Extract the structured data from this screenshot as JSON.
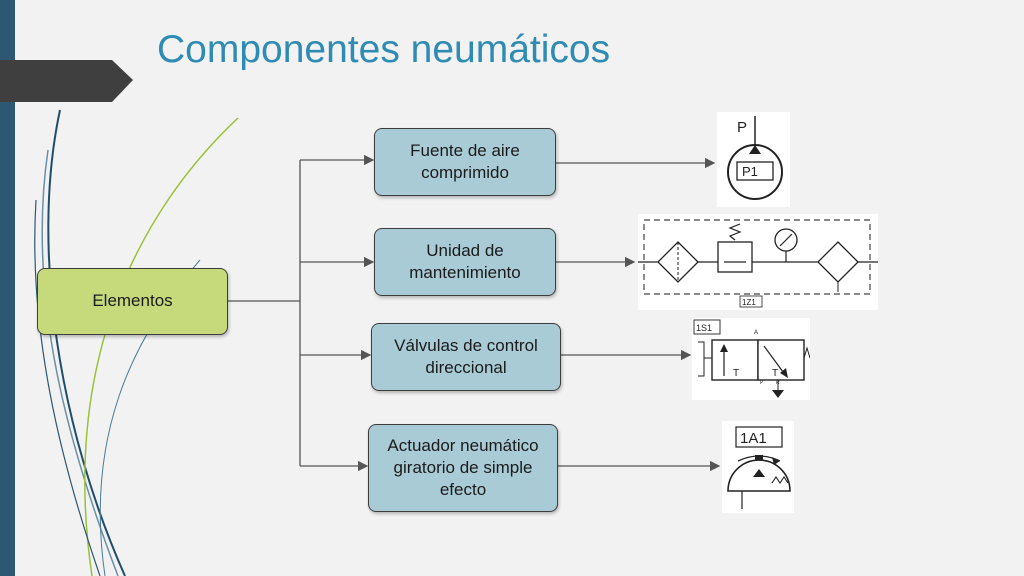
{
  "title": "Componentes neumáticos",
  "root": {
    "label": "Elementos"
  },
  "components": [
    {
      "label": "Fuente de aire comprimido",
      "symbol_labels": [
        "P",
        "P1"
      ]
    },
    {
      "label": "Unidad de mantenimiento",
      "symbol_labels": [
        "1Z1"
      ]
    },
    {
      "label": "Válvulas de control direccional",
      "symbol_labels": [
        "1S1",
        "A",
        "T",
        "T",
        "P",
        "R"
      ]
    },
    {
      "label": "Actuador neumático giratorio de simple efecto",
      "symbol_labels": [
        "1A1"
      ]
    }
  ],
  "colors": {
    "title": "#2e8bb3",
    "root_box": "#c6da7c",
    "component_box": "#a9cbd6",
    "sidebar": "#2e5773"
  }
}
